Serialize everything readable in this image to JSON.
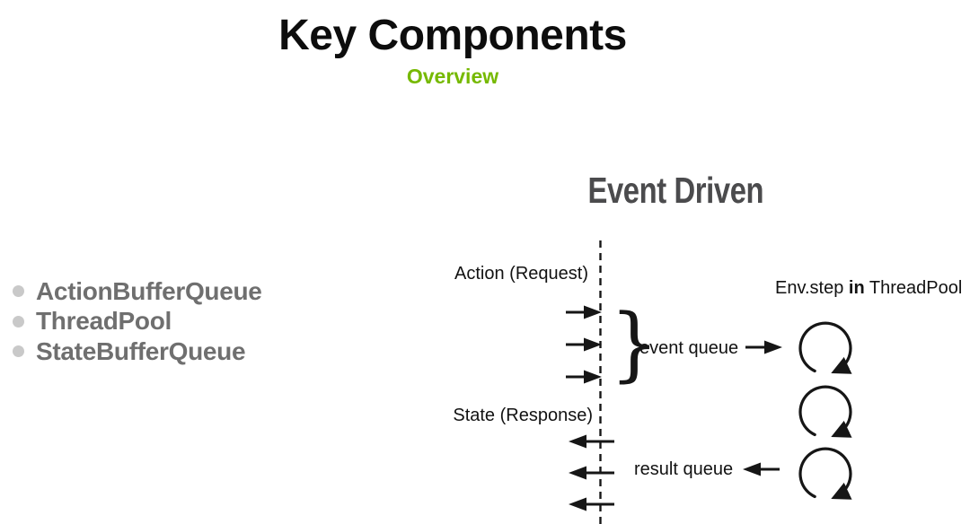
{
  "header": {
    "title": "Key Components",
    "subtitle": "Overview"
  },
  "components": {
    "items": [
      "ActionBufferQueue",
      "ThreadPool",
      "StateBufferQueue"
    ]
  },
  "diagram": {
    "title": "Event Driven",
    "brace": "}",
    "labels": {
      "action": "Action (Request)",
      "state": "State (Response)",
      "event_queue": "event queue",
      "result_queue": "result queue",
      "env_step_prefix": "Env.step ",
      "env_step_emphasis": "in",
      "env_step_suffix": " ThreadPool"
    },
    "icons": {
      "loop": "circular-clockwise-arrow",
      "arrow_right": "right-arrow",
      "arrow_left": "left-arrow",
      "timeline": "vertical-dashed-line"
    }
  },
  "colors": {
    "accent_green": "#76b900",
    "list_text_gray": "#6f6f6f",
    "bullet_gray": "#c9c9c9",
    "diagram_title_gray": "#4b4b4d",
    "ink": "#161616"
  }
}
